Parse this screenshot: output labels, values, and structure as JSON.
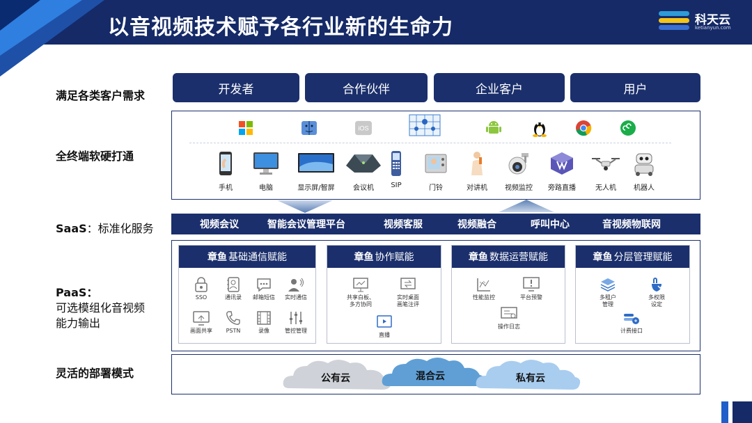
{
  "header": {
    "title": "以音视频技术赋予各行业新的生命力",
    "logo_name": "科天云",
    "logo_url": "ketianyun.com"
  },
  "rows": {
    "customers": "满足各类客户需求",
    "terminals": "全终端软硬打通",
    "saas_prefix": "SaaS",
    "saas_suffix": "：标准化服务",
    "paas_line1": "PaaS：",
    "paas_line2": "可选模组化音视频",
    "paas_line3": "能力输出",
    "deploy": "灵活的部署模式"
  },
  "customers": [
    "开发者",
    "合作伙伴",
    "企业客户",
    "用户"
  ],
  "os_icons": [
    "windows-icon",
    "mac-icon",
    "ios-icon",
    "network-icon",
    "android-icon",
    "linux-icon",
    "chrome-icon",
    "miniprogram-icon"
  ],
  "devices": [
    {
      "label": "手机",
      "icon": "phone-icon"
    },
    {
      "label": "电脑",
      "icon": "computer-icon"
    },
    {
      "label": "显示屏/智屏",
      "icon": "display-icon"
    },
    {
      "label": "会议机",
      "icon": "conference-phone-icon"
    },
    {
      "label": "SIP",
      "icon": "sip-phone-icon"
    },
    {
      "label": "门铃",
      "icon": "doorbell-icon"
    },
    {
      "label": "对讲机",
      "icon": "intercom-icon"
    },
    {
      "label": "视频监控",
      "icon": "camera-icon"
    },
    {
      "label": "旁路直播",
      "icon": "live-icon"
    },
    {
      "label": "无人机",
      "icon": "drone-icon"
    },
    {
      "label": "机器人",
      "icon": "robot-icon"
    }
  ],
  "saas": [
    "视频会议",
    "智能会议管理平台",
    "视频客服",
    "视频融合",
    "呼叫中心",
    "音视频物联网"
  ],
  "paas": [
    {
      "brand": "章鱼",
      "title": "基础通信赋能",
      "items": [
        {
          "label": "SSO",
          "icon": "lock-icon"
        },
        {
          "label": "通讯录",
          "icon": "contacts-icon"
        },
        {
          "label": "邮箱短信",
          "icon": "message-icon"
        },
        {
          "label": "实时通信",
          "icon": "realtime-icon"
        },
        {
          "label": "画面共享",
          "icon": "screen-share-icon"
        },
        {
          "label": "PSTN",
          "icon": "pstn-icon"
        },
        {
          "label": "录像",
          "icon": "film-icon"
        },
        {
          "label": "管控管理",
          "icon": "control-icon"
        }
      ]
    },
    {
      "brand": "章鱼",
      "title": "协作赋能",
      "items": [
        {
          "label": "共享白板、",
          "label2": "多方协同",
          "icon": "whiteboard-icon"
        },
        {
          "label": "实时桌面",
          "label2": "画笔注评",
          "icon": "annotate-icon"
        },
        {
          "label": "直播",
          "icon": "live-play-icon"
        }
      ]
    },
    {
      "brand": "章鱼",
      "title": "数据运营赋能",
      "items": [
        {
          "label": "性能监控",
          "icon": "monitor-chart-icon"
        },
        {
          "label": "平台预警",
          "icon": "alert-icon"
        },
        {
          "label": "操作日志",
          "icon": "log-icon"
        }
      ]
    },
    {
      "brand": "章鱼",
      "title": "分层管理赋能",
      "items": [
        {
          "label": "多租户",
          "label2": "管理",
          "icon": "layers-icon"
        },
        {
          "label": "多权限",
          "label2": "设定",
          "icon": "permission-icon"
        },
        {
          "label": "计费接口",
          "icon": "billing-icon"
        }
      ]
    }
  ],
  "clouds": [
    "公有云",
    "混合云",
    "私有云"
  ],
  "colors": {
    "navy": "#1b2f6c",
    "cloud_grey": "#cfd3d9",
    "cloud_blue": "#5f9fd6",
    "cloud_light": "#a9cdef"
  }
}
